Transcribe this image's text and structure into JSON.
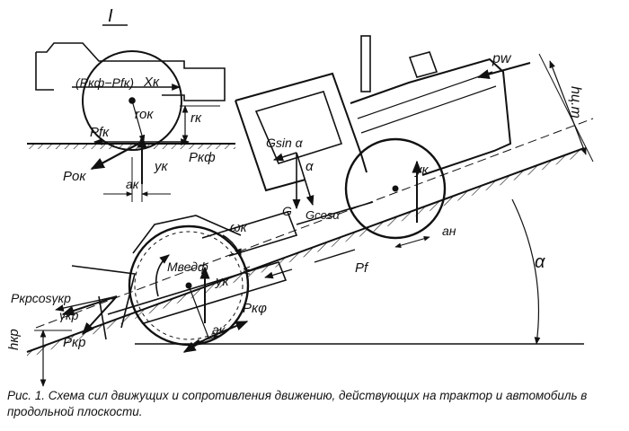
{
  "detail_marker": "I",
  "labels": {
    "detail_top": "(Pкф−Pfк)",
    "x_k": "Xк",
    "r_ok": "rок",
    "r_k": "rк",
    "p_fk_top": "Pfк",
    "p_kf_top": "Pкф",
    "p_ok": "Pок",
    "y_k_top": "yк",
    "a_k": "aк",
    "p_w": "pw",
    "h_ct": "hц.т",
    "g_sin": "Gsin α",
    "alpha_small": "α",
    "g": "G",
    "g_cos": "Gcosα",
    "y_k_rear": "yк",
    "a_n": "aн",
    "omega_k": "ωк",
    "m_vedf": "Mведф",
    "y_k_front": "yк",
    "r_k_front": "rк",
    "p_f": "Pf",
    "p_kr_cos": "Pкрcosγкр",
    "gamma_kr": "γкр",
    "p_kr": "Pкр",
    "p_kf_front": "Pкφ",
    "a_k_front": "aк",
    "h_kr": "hкр",
    "alpha_big": "α"
  },
  "caption": "Рис. 1. Схема сил движущих и сопротивления движению, действующих на трактор и автомобиль в продольной плоскости."
}
